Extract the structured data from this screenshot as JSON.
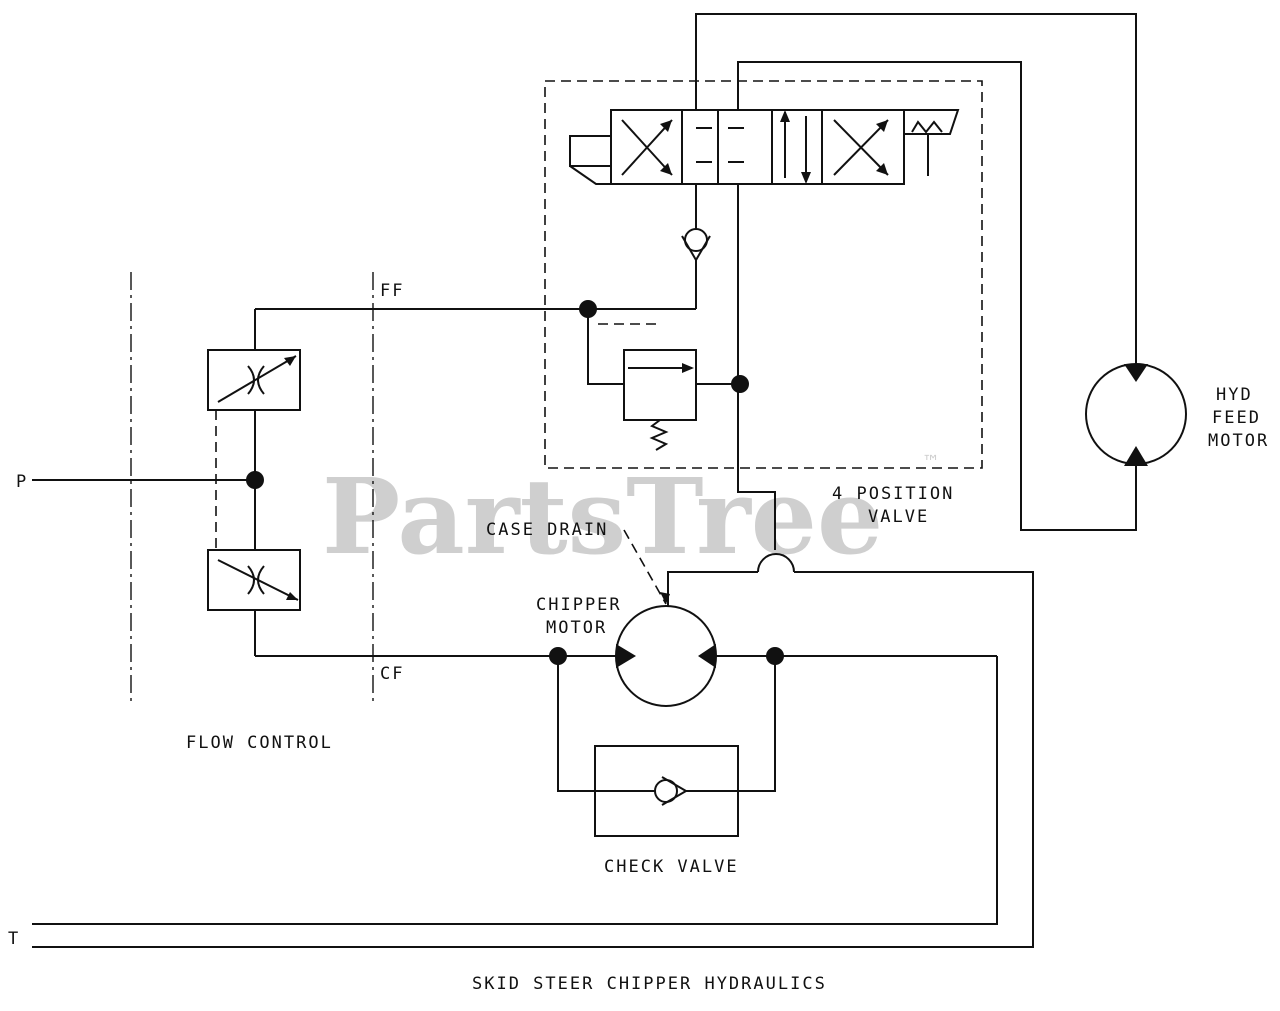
{
  "watermark": {
    "brand": "PartsTree",
    "tm": "™"
  },
  "labels": {
    "ff": "FF",
    "cf": "CF",
    "p": "P",
    "t": "T",
    "flow_control": "FLOW CONTROL",
    "valve_line1": "4 POSITION",
    "valve_line2": "VALVE",
    "case_drain": "CASE DRAIN",
    "chipper_line1": "CHIPPER",
    "chipper_line2": "MOTOR",
    "check_valve": "CHECK VALVE",
    "hyd_line1": "HYD",
    "hyd_line2": "FEED",
    "hyd_line3": "MOTOR",
    "title": "SKID STEER CHIPPER HYDRAULICS"
  }
}
